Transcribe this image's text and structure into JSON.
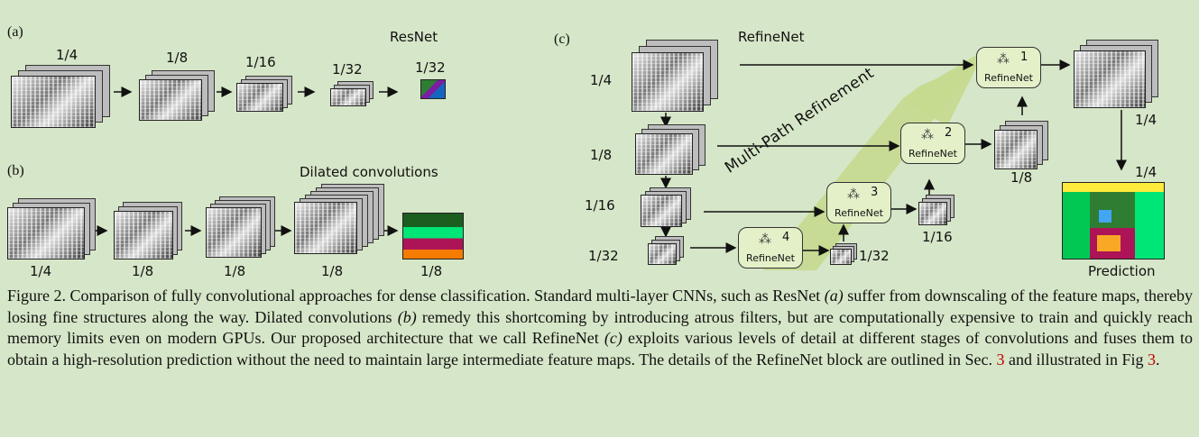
{
  "panels": {
    "a": {
      "tag": "(a)",
      "title": "ResNet",
      "scales": [
        "1/4",
        "1/8",
        "1/16",
        "1/32",
        "1/32"
      ]
    },
    "b": {
      "tag": "(b)",
      "title": "Dilated convolutions",
      "scales": [
        "1/4",
        "1/8",
        "1/8",
        "1/8",
        "1/8"
      ]
    },
    "c": {
      "tag": "(c)",
      "title": "RefineNet",
      "input_scales": [
        "1/4",
        "1/8",
        "1/16",
        "1/32"
      ],
      "block_name": "RefineNet",
      "block_numbers": [
        "1",
        "2",
        "3",
        "4"
      ],
      "output_scales": [
        "1/4",
        "1/8",
        "1/16",
        "1/32"
      ],
      "path_label": "Multi-Path Refinement",
      "prediction_scale": "1/4",
      "prediction_label": "Prediction"
    }
  },
  "caption": {
    "prefix": "Figure 2. Comparison of fully convolutional approaches for dense classification. Standard multi-layer CNNs, such as ResNet ",
    "a_ref": "(a)",
    "mid1": " suffer from downscaling of the feature maps, thereby losing fine structures along the way. Dilated convolutions ",
    "b_ref": "(b)",
    "mid2": " remedy this shortcoming by introducing atrous filters, but are computationally expensive to train and quickly reach memory limits even on modern GPUs. Our proposed architecture that we call RefineNet ",
    "c_ref": "(c)",
    "mid3": " exploits various levels of detail at different stages of convolutions and fuses them to obtain a high-resolution prediction without the need to maintain large intermediate feature maps. The details of the RefineNet block are outlined in Sec. ",
    "sec_ref": "3",
    "mid4": " and illustrated in Fig ",
    "fig_ref": "3",
    "suffix": "."
  },
  "colors": {
    "background": "#d6e6c8",
    "block": "#e4f0c8",
    "arrow_band": "#c5d98f",
    "link": "#c00000"
  }
}
